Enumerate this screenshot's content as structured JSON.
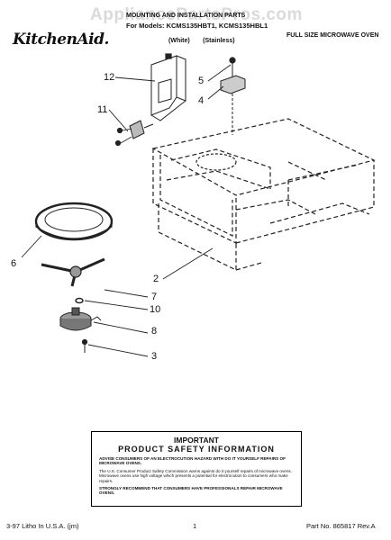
{
  "watermark": "AppliancePartsPros.com",
  "header": {
    "brand": "KitchenAid.",
    "section_title": "MOUNTING AND INSTALLATION PARTS",
    "models_line": "For Models: KCMS135HBT1, KCMS135HBL1",
    "color_codes": [
      "(White)",
      "(Stainless)"
    ],
    "product": "FULL SIZE MICROWAVE OVEN"
  },
  "callouts": [
    "12",
    "11",
    "5",
    "4",
    "6",
    "2",
    "7",
    "10",
    "8",
    "3"
  ],
  "safety": {
    "title": "IMPORTANT",
    "subtitle": "PRODUCT SAFETY INFORMATION",
    "p1": "ADVISE CONSUMERS OF AN ELECTROCUTION HAZARD WITH DO IT YOURSELF REPAIRS OF MICROWAVE OVENS.",
    "p2": "The U.S. Consumer Product Safety Commission warns against do it yourself repairs of microwave ovens. Microwave ovens use high voltage which presents a potential for electrocution to consumers who make repairs.",
    "p3": "STRONGLY RECOMMEND THAT CONSUMERS HAVE PROFESSIONALS REPAIR MICROWAVE OVENS."
  },
  "footer": {
    "litho": "3-97 Litho In U.S.A. (jm)",
    "page": "1",
    "part_no": "Part No. 865817 Rev.A"
  }
}
